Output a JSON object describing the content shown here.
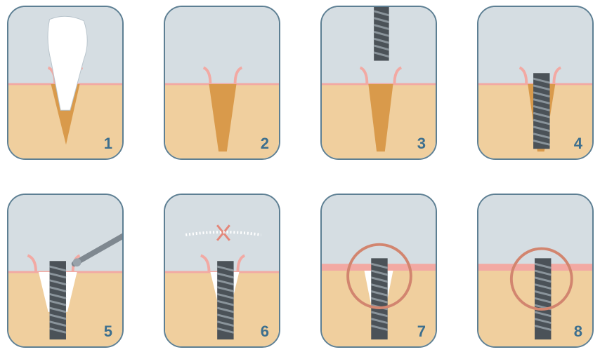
{
  "panels": [
    {
      "label": "1",
      "content": [
        "gum",
        "crown",
        "root"
      ]
    },
    {
      "label": "2",
      "content": [
        "gum",
        "empty-socket"
      ]
    },
    {
      "label": "3",
      "content": [
        "gum",
        "empty-socket",
        "implant-screw-above"
      ]
    },
    {
      "label": "4",
      "content": [
        "gum",
        "socket",
        "implant-screw"
      ]
    },
    {
      "label": "5",
      "content": [
        "gum",
        "gap",
        "implant-screw",
        "filling-instrument"
      ]
    },
    {
      "label": "6",
      "content": [
        "gum",
        "gap",
        "implant-screw",
        "x-mark"
      ]
    },
    {
      "label": "7",
      "content": [
        "gum-flat",
        "implant-screw",
        "focus-circle"
      ]
    },
    {
      "label": "8",
      "content": [
        "gum-flat",
        "implant-screw",
        "focus-circle"
      ]
    }
  ],
  "colors": {
    "border": "#5d7f93",
    "sky": "#d5dde2",
    "bone": "#f0cf9e",
    "gum": "#f2a9a3",
    "root": "#d99a4b",
    "screw": "#4b5258",
    "circle": "#d2856f",
    "number": "#3d6f8e"
  }
}
